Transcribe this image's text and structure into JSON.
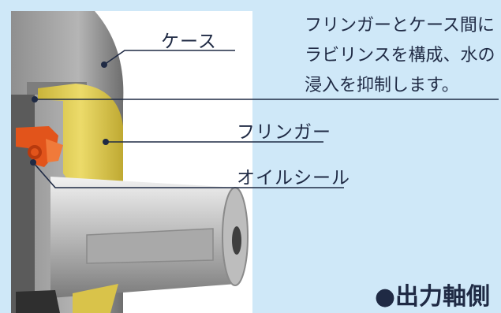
{
  "labels": {
    "case": "ケース",
    "flinger": "フリンガー",
    "oil_seal": "オイルシール"
  },
  "description": {
    "line1": "フリンガーとケース間に",
    "line2": "ラビリンスを構成、水の",
    "line3": "浸入を抑制します。"
  },
  "footer": "●出力軸側",
  "colors": {
    "background": "#cfe8f8",
    "flinger": "#e7d35a",
    "oil_seal": "#e2541b",
    "text": "#1f2a44"
  }
}
